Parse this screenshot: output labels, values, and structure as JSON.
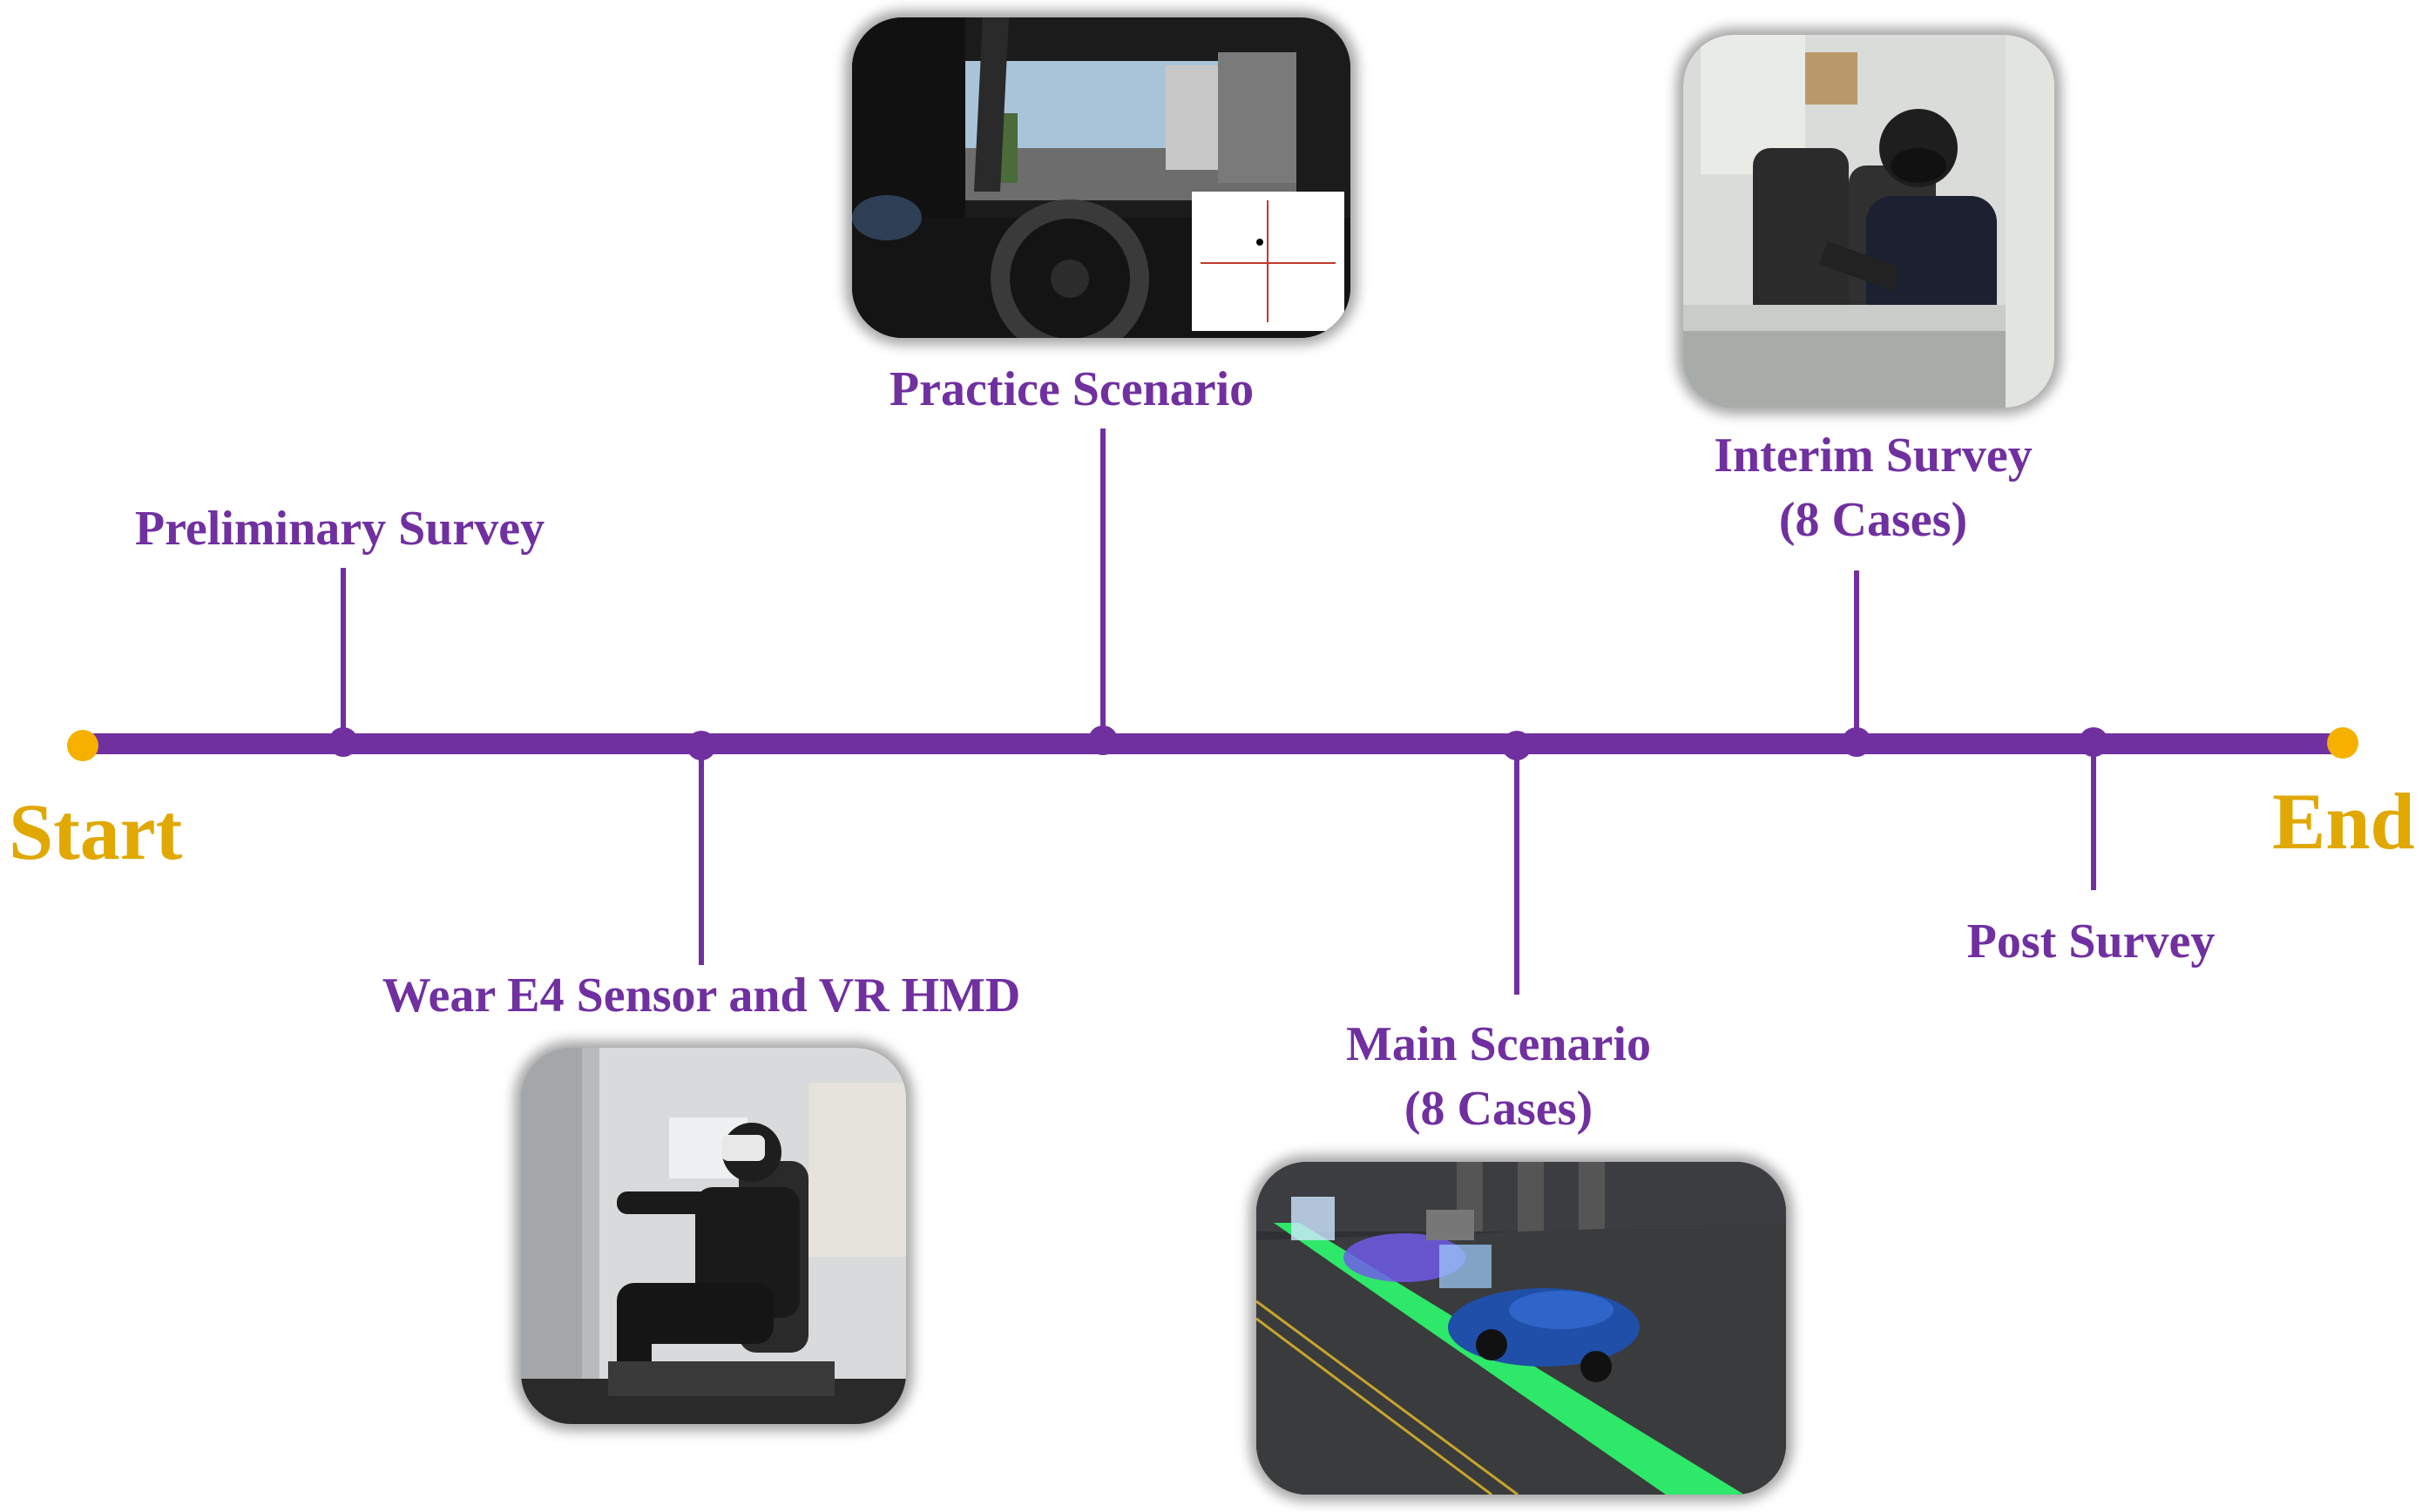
{
  "start_label": "Start",
  "end_label": "End",
  "colors": {
    "timeline": "#7030a0",
    "endpoint": "#f5b000",
    "endpoint_text": "#e0a800",
    "label_text": "#7030a0"
  },
  "steps": [
    {
      "id": "preliminary",
      "line1": "Preliminary Survey",
      "line2": ""
    },
    {
      "id": "wear",
      "line1": "Wear E4 Sensor and VR HMD",
      "line2": ""
    },
    {
      "id": "practice",
      "line1": "Practice Scenario",
      "line2": ""
    },
    {
      "id": "main",
      "line1": "Main Scenario",
      "line2": "(8 Cases)"
    },
    {
      "id": "interim",
      "line1": "Interim Survey",
      "line2": "(8 Cases)"
    },
    {
      "id": "post",
      "line1": "Post Survey",
      "line2": ""
    }
  ],
  "photos": {
    "practice": {
      "depicts": "driving-simulator-cockpit-view-with-arousal-valence-chart"
    },
    "interim": {
      "depicts": "participant-filling-survey-on-tablet-in-seat"
    },
    "wear": {
      "depicts": "participant-wearing-vr-headset-in-driving-seat"
    },
    "main": {
      "depicts": "virtual-road-with-cars-and-green-lane"
    }
  }
}
